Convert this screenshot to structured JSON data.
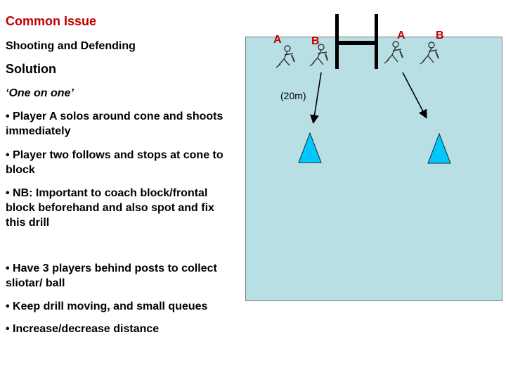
{
  "text": {
    "heading_issue": "Common Issue",
    "subheading_issue": "Shooting and Defending",
    "heading_solution": "Solution",
    "drill_name": "‘One on one’",
    "bullets": [
      "• Player A solos around cone and shoots immediately",
      "• Player two follows and stops at cone to block",
      "• NB: Important to coach block/frontal block beforehand and also spot and fix this drill",
      "• Have 3 players behind posts to collect sliotar/ ball",
      "• Keep drill moving, and small queues",
      "• Increase/decrease distance"
    ]
  },
  "diagram": {
    "player_labels": [
      "A",
      "B",
      "A",
      "B"
    ],
    "distance_label": "(20m)",
    "colors": {
      "field": "#b8dfe3",
      "cone": "#00c8ff",
      "heading": "#c00000",
      "goalpost": "#000000"
    },
    "icons": [
      "goalpost-icon",
      "player-icon",
      "cone-icon",
      "arrow-icon"
    ]
  }
}
